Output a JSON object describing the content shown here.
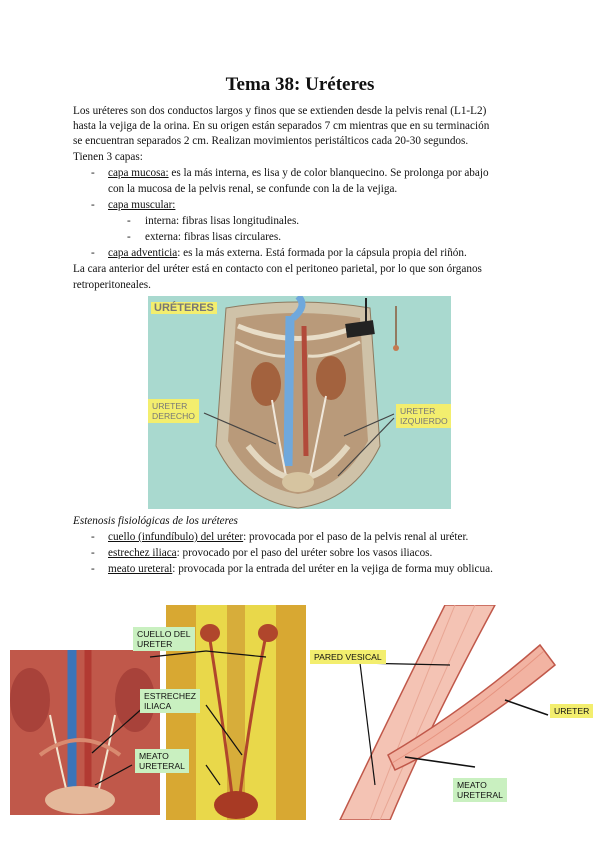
{
  "title": "Tema 38: Uréteres",
  "intro": [
    "Los uréteres son dos conductos largos y finos que se extienden desde la pelvis renal (L1-L2)",
    "hasta la vejiga de la orina. En su origen están separados 7 cm mientras que en su terminación",
    "se encuentran separados 2 cm. Realizan movimientos peristálticos cada 20-30 segundos.",
    "Tienen 3 capas:"
  ],
  "layers": {
    "mucosa_term": "capa mucosa:",
    "mucosa_text1": " es la más interna, es lisa y de color blanquecino. Se prolonga por abajo",
    "mucosa_text2": "con la mucosa de la pelvis renal, se confunde con la de la vejiga.",
    "muscular_term": "capa muscular:",
    "muscular_sub1": "interna: fibras lisas longitudinales.",
    "muscular_sub2": "externa: fibras lisas circulares.",
    "adventicia_term": "capa adventicia",
    "adventicia_text": ": es la más externa. Está formada por la cápsula propia del riñón."
  },
  "relation": [
    "La cara anterior del uréter está en contacto con el peritoneo parietal, por lo que son órganos",
    "retroperitoneales."
  ],
  "figure1": {
    "title": "URÉTERES",
    "label_right_ureter": [
      "URETER",
      "DERECHO"
    ],
    "label_left_ureter": [
      "URETER",
      "IZQUIERDO"
    ]
  },
  "stenosis": {
    "heading": "Estenosis fisiológicas de los uréteres",
    "items": [
      {
        "term": "cuello (infundíbulo) del uréter",
        "text": ": provocada por el paso de la pelvis renal al uréter."
      },
      {
        "term": "estrechez iliaca",
        "text": ": provocado por el paso del uréter sobre los vasos iliacos."
      },
      {
        "term": "meato ureteral",
        "text": ": provocada por la entrada del uréter en la vejiga de forma muy oblicua."
      }
    ]
  },
  "figure2": {
    "label_cuello": [
      "CUELLO DEL",
      "URETER"
    ],
    "label_estrechez": [
      "ESTRECHEZ",
      "ILIACA"
    ],
    "label_meato": [
      "MEATO",
      "URETERAL"
    ]
  },
  "figure3": {
    "label_pared": "PARED VESICAL",
    "label_ureter": "URETER",
    "label_meato": [
      "MEATO",
      "URETERAL"
    ]
  },
  "colors": {
    "label_green": "#c9f0c0",
    "label_yellow": "#f3ee6e",
    "fig_bg_teal": "#a9d9cf",
    "ureter_blue": "#6fa8dc"
  }
}
